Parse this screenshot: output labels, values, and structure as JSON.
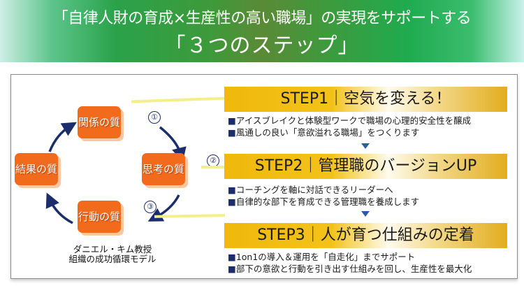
{
  "header": {
    "title_line1": "「自律人財の育成×生産性の高い職場」の実現をサポートする",
    "title_line2": "「３つのステップ」"
  },
  "cycle": {
    "boxes": {
      "relationship": "関係の質",
      "thinking": "思考の質",
      "action": "行動の質",
      "result": "結果の質"
    },
    "markers": [
      "①",
      "②",
      "③"
    ],
    "caption_line1": "ダニエル・キム教授",
    "caption_line2": "組織の成功循環モデル"
  },
  "steps": [
    {
      "title": "STEP1｜空気を変える！",
      "bullets": [
        "アイスブレイクと体験型ワークで職場の心理的安全性を醸成",
        "風通しの良い「意欲溢れる職場」をつくります"
      ]
    },
    {
      "title": "STEP2｜管理職のバージョンUP",
      "bullets": [
        "コーチングを軸に対話できるリーダーへ",
        "自律的な部下を育成できる管理職を養成します"
      ]
    },
    {
      "title": "STEP3｜人が育つ仕組みの定着",
      "bullets": [
        "1on1の導入＆運用を「自走化」までサポート",
        "部下の意欲と行動を引き出す仕組みを回し、生産性を最大化"
      ]
    }
  ],
  "bullet_marker": "■",
  "colors": {
    "orange_box": "#f26b1d",
    "arrow_navy": "#1b2e6b",
    "step_gold": "#f0b90b",
    "header_green": "#2aa24a"
  }
}
